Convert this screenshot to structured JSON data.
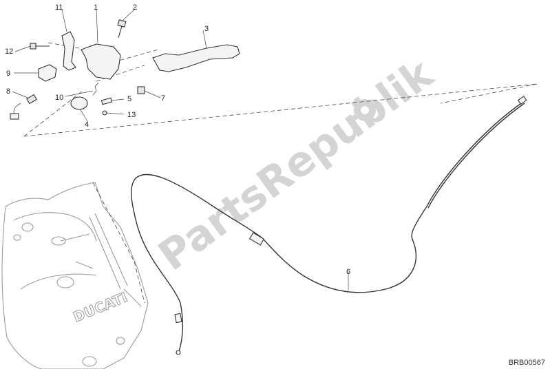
{
  "watermark": "PartsRepublik",
  "reference_code": "BRB00567",
  "cover_logo": "DUCATI",
  "parts": [
    {
      "number": "1"
    },
    {
      "number": "2"
    },
    {
      "number": "3"
    },
    {
      "number": "4"
    },
    {
      "number": "5"
    },
    {
      "number": "6"
    },
    {
      "number": "7"
    },
    {
      "number": "8"
    },
    {
      "number": "9"
    },
    {
      "number": "10"
    },
    {
      "number": "11"
    },
    {
      "number": "12"
    },
    {
      "number": "13"
    }
  ]
}
